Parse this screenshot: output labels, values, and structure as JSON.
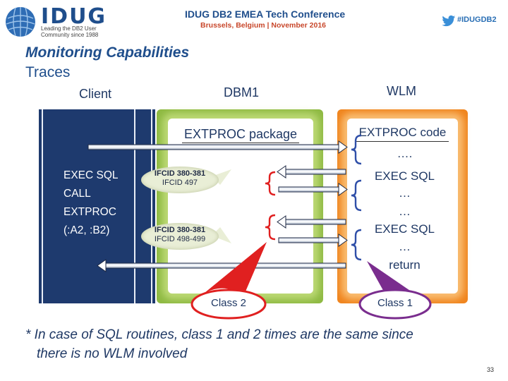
{
  "header": {
    "logo_text": "IDUG",
    "tagline": [
      "Leading the DB2 User",
      "Community since 1988"
    ],
    "conference_title": "IDUG DB2 EMEA Tech Conference",
    "conference_subtitle": "Brussels, Belgium  |  November 2016",
    "hashtag": "#IDUGDB2"
  },
  "slide": {
    "title": "Monitoring Capabilities",
    "subtitle": "Traces"
  },
  "diagram": {
    "columns": {
      "client": "Client",
      "dbm1": "DBM1",
      "wlm": "WLM"
    },
    "client_lines": [
      "EXEC SQL",
      "CALL",
      "EXTPROC",
      "(:A2, :B2)"
    ],
    "dbm1_package": "EXTPROC package",
    "wlm_code_title": "EXTPROC code",
    "wlm_steps": [
      "….",
      "EXEC SQL",
      "…",
      "…",
      "EXEC SQL",
      "…",
      "return"
    ],
    "callout_1": [
      "IFCID 380-381",
      "IFCID 497"
    ],
    "callout_2": [
      "IFCID 380-381",
      "IFCID 498-499"
    ],
    "class2": "Class 2",
    "class1": "Class 1"
  },
  "note": [
    "* In case of SQL routines, class 1 and 2 times are the same since",
    "there is no WLM involved"
  ],
  "page_number": "33"
}
